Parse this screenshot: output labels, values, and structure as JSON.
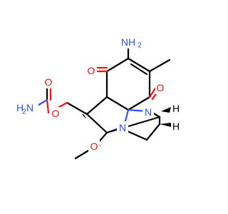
{
  "structure": {
    "labels": {
      "amino_group": "NH",
      "amino_subscript": "2",
      "ketone_o_left": "O",
      "ketone_o_right": "O",
      "aziridine_n": "N",
      "ring_n": "N",
      "h_top": "H",
      "h_bottom": "H",
      "carbamate_carbonyl_o": "O",
      "carbamate_ester_o": "O",
      "carbamate_amine": "H",
      "carbamate_amine_n": "N",
      "carbamate_amine_subscript": "2",
      "methoxy_o": "O"
    },
    "colors": {
      "bond": "#000000",
      "oxygen": "#ff0d0d",
      "nitrogen": "#3050f8",
      "hydrogen_label": "#000000",
      "background": "#ffffff"
    }
  }
}
